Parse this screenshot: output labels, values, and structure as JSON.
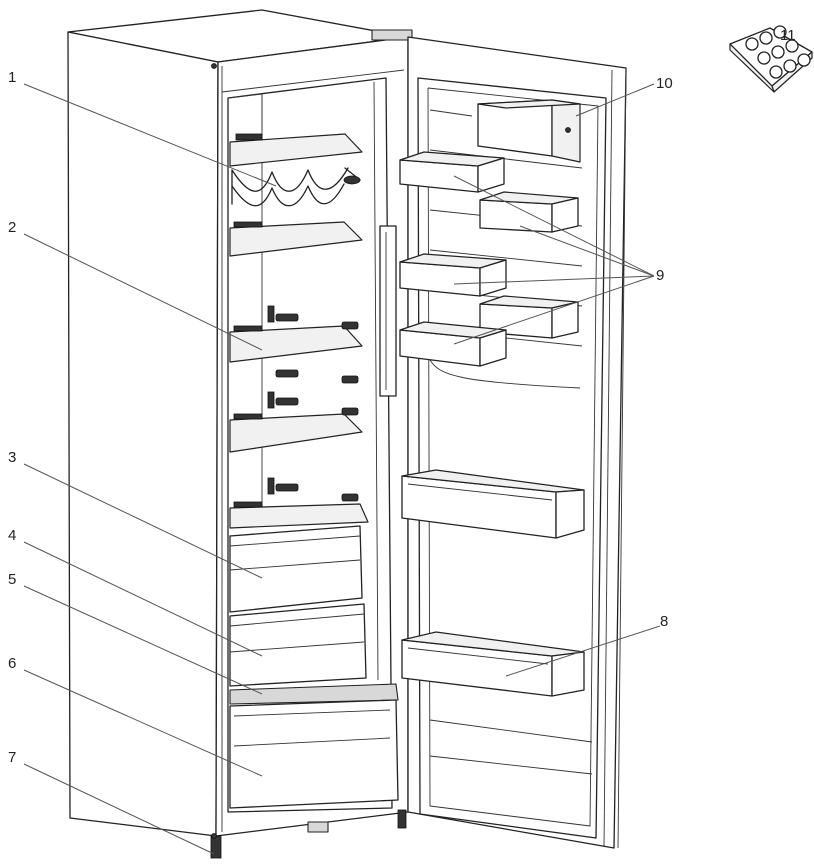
{
  "callouts": [
    {
      "id": "1",
      "label": "1"
    },
    {
      "id": "2",
      "label": "2"
    },
    {
      "id": "3",
      "label": "3"
    },
    {
      "id": "4",
      "label": "4"
    },
    {
      "id": "5",
      "label": "5"
    },
    {
      "id": "6",
      "label": "6"
    },
    {
      "id": "7",
      "label": "7"
    },
    {
      "id": "8",
      "label": "8"
    },
    {
      "id": "9",
      "label": "9"
    },
    {
      "id": "10",
      "label": "10"
    },
    {
      "id": "11",
      "label": "11"
    }
  ],
  "colors": {
    "line": "#222222",
    "background": "#ffffff",
    "panel": "#f1f1f1"
  }
}
